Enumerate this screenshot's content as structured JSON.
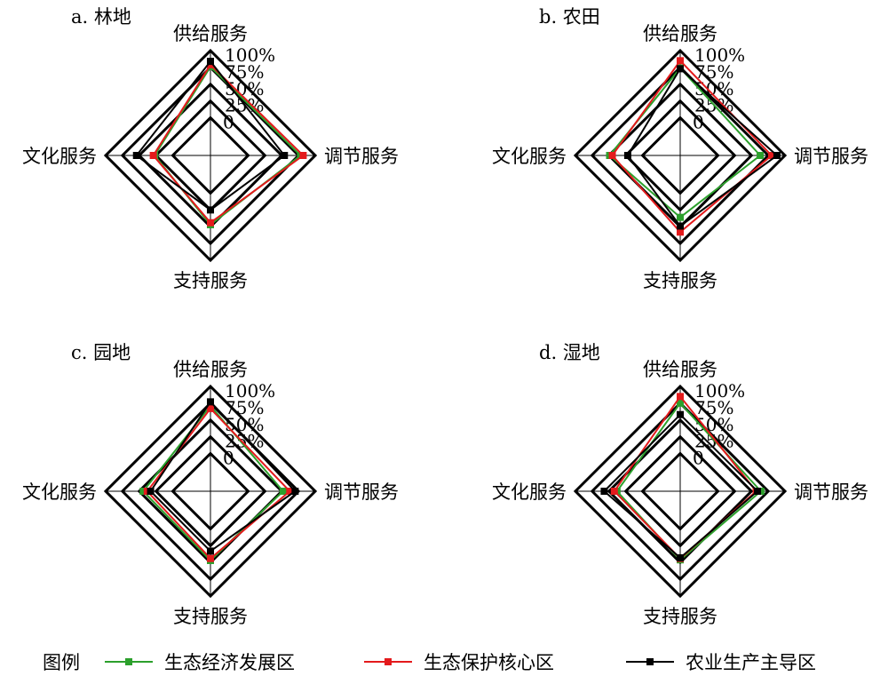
{
  "legend": {
    "title": "图例",
    "entries": [
      {
        "name": "生态经济发展区",
        "color": "#2ca02c"
      },
      {
        "name": "生态保护核心区",
        "color": "#e41a1c"
      },
      {
        "name": "农业生产主导区",
        "color": "#000000"
      }
    ]
  },
  "chart_data": [
    {
      "type": "radar",
      "title": "a. 林地",
      "axes": [
        "供给服务",
        "调节服务",
        "支持服务",
        "文化服务"
      ],
      "ticks": [
        "0",
        "25%",
        "50%",
        "75%",
        "100%"
      ],
      "range": [
        0,
        100
      ],
      "series": [
        {
          "name": "生态经济发展区",
          "values": [
            76,
            78,
            47,
            27
          ]
        },
        {
          "name": "生态保护核心区",
          "values": [
            79,
            82,
            44,
            29
          ]
        },
        {
          "name": "农业生产主导区",
          "values": [
            84,
            54,
            25,
            54
          ]
        }
      ]
    },
    {
      "type": "radar",
      "title": "b. 农田",
      "axes": [
        "供给服务",
        "调节服务",
        "支持服务",
        "文化服务"
      ],
      "ticks": [
        "0",
        "25%",
        "50%",
        "75%",
        "100%"
      ],
      "range": [
        0,
        100
      ],
      "series": [
        {
          "name": "生态经济发展区",
          "values": [
            74,
            63,
            36,
            49
          ]
        },
        {
          "name": "生态保护核心区",
          "values": [
            85,
            80,
            58,
            45
          ]
        },
        {
          "name": "农业生产主导区",
          "values": [
            73,
            88,
            49,
            22
          ]
        }
      ]
    },
    {
      "type": "radar",
      "title": "c. 园地",
      "axes": [
        "供给服务",
        "调节服务",
        "支持服务",
        "文化服务"
      ],
      "ticks": [
        "0",
        "25%",
        "50%",
        "75%",
        "100%"
      ],
      "range": [
        0,
        100
      ],
      "series": [
        {
          "name": "生态经济发展区",
          "values": [
            71,
            52,
            47,
            44
          ]
        },
        {
          "name": "生态保护核心区",
          "values": [
            67,
            62,
            44,
            38
          ]
        },
        {
          "name": "农业生产主导区",
          "values": [
            77,
            70,
            33,
            33
          ]
        }
      ]
    },
    {
      "type": "radar",
      "title": "d. 湿地",
      "axes": [
        "供给服务",
        "调节服务",
        "支持服务",
        "文化服务"
      ],
      "ticks": [
        "0",
        "25%",
        "50%",
        "75%",
        "100%"
      ],
      "range": [
        0,
        100
      ],
      "series": [
        {
          "name": "生态经济发展区",
          "values": [
            75,
            64,
            46,
            38
          ]
        },
        {
          "name": "生态保护核心区",
          "values": [
            85,
            57,
            44,
            42
          ]
        },
        {
          "name": "农业生产主导区",
          "values": [
            58,
            59,
            43,
            57
          ]
        }
      ]
    }
  ]
}
